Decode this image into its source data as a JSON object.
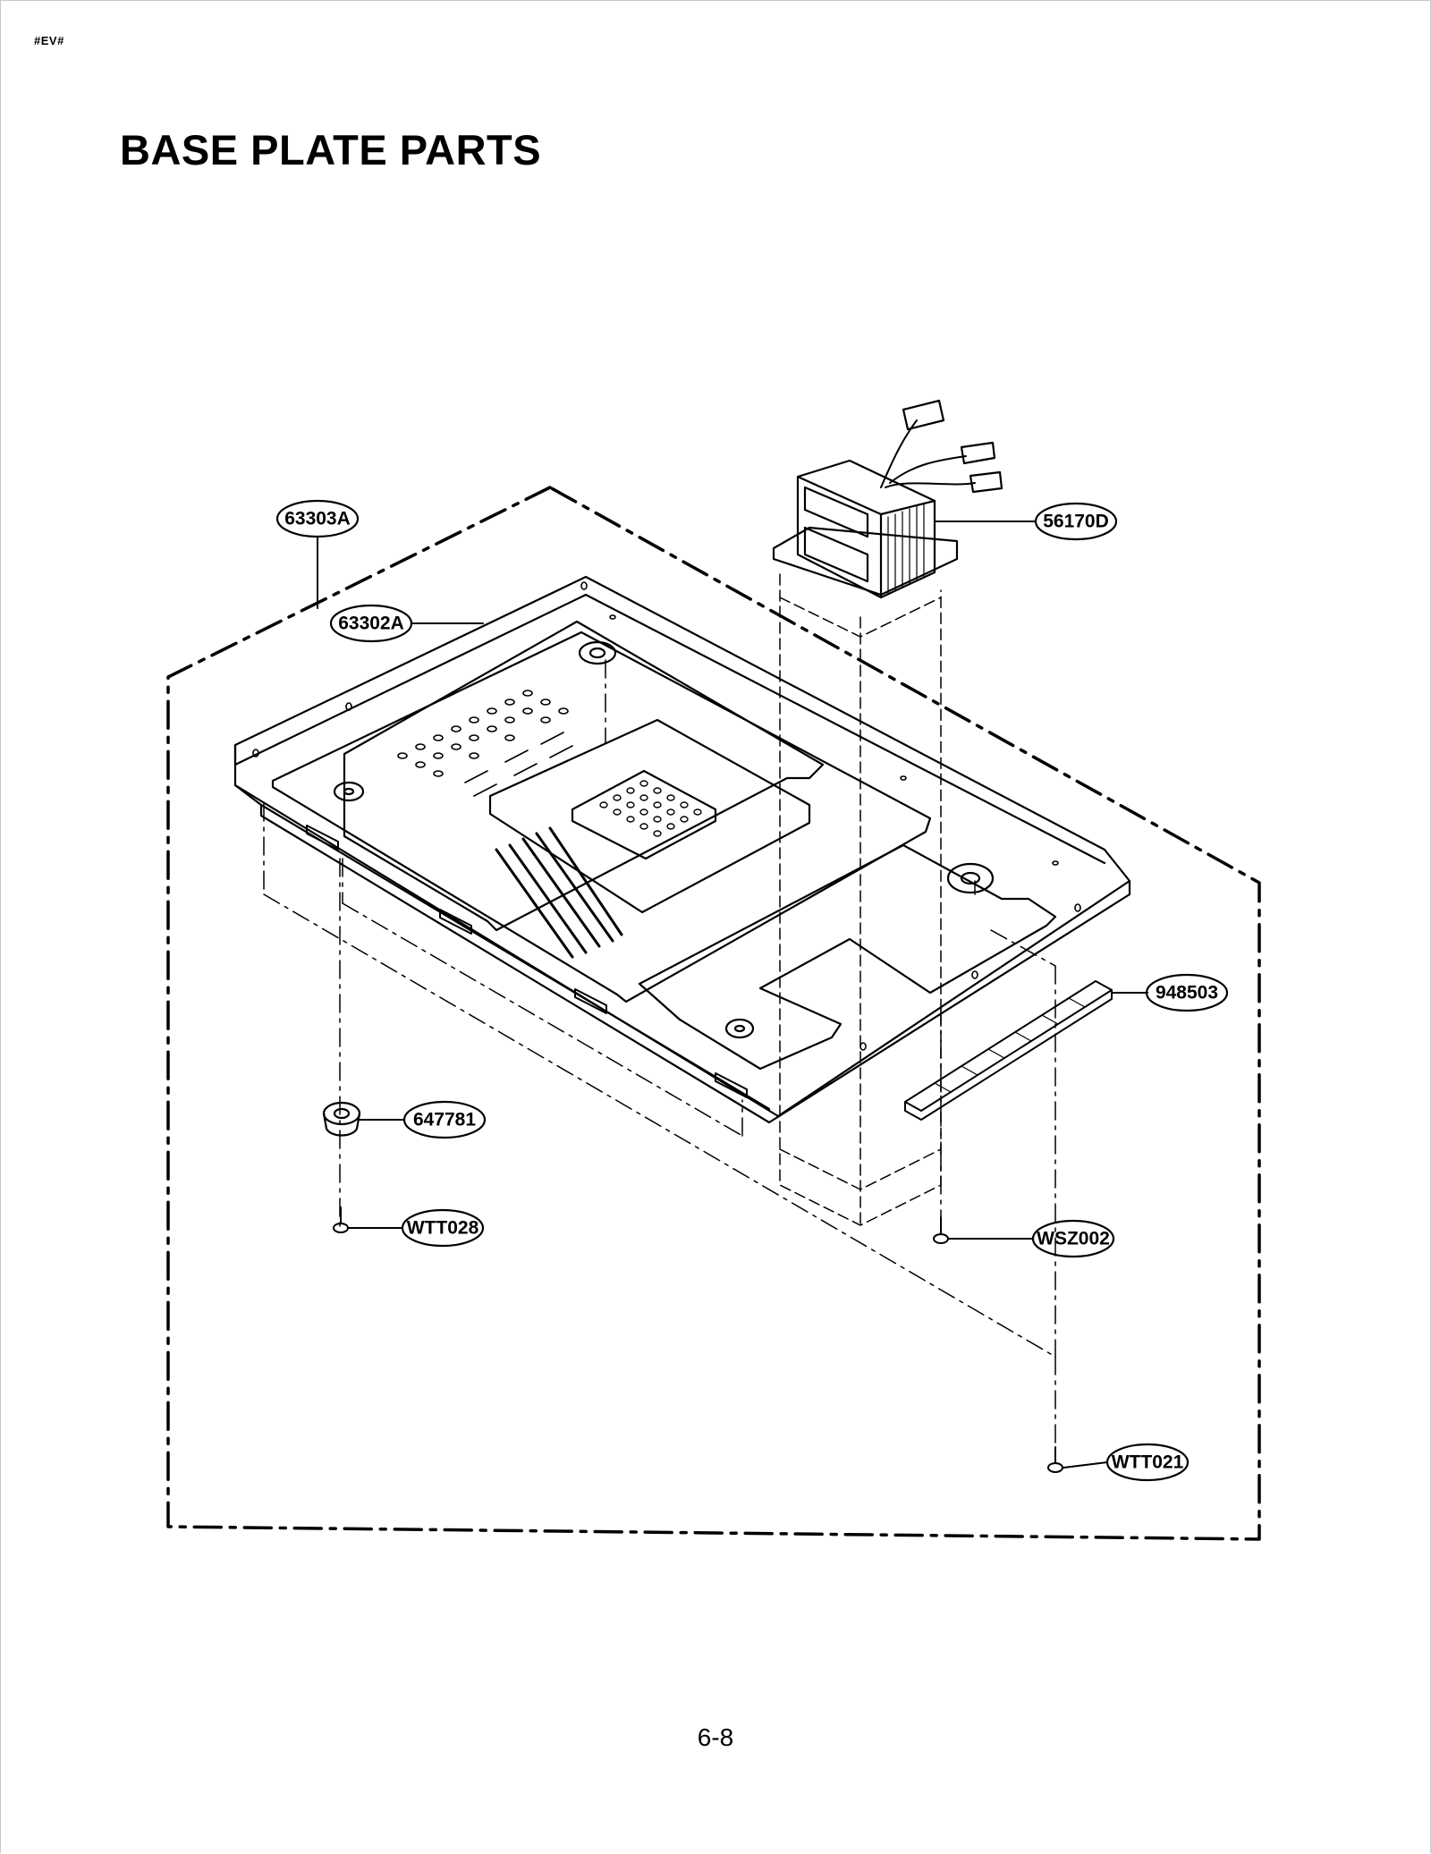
{
  "header": {
    "code": "#EV#"
  },
  "title": "BASE PLATE PARTS",
  "footer": {
    "page_number": "6-8"
  },
  "callouts": {
    "c63303A": "63303A",
    "c63302A": "63302A",
    "c56170D": "56170D",
    "c948503": "948503",
    "c647781": "647781",
    "cWTT028": "WTT028",
    "cWSZ002": "WSZ002",
    "cWTT021": "WTT021"
  },
  "icons": [
    "transformer-icon",
    "base-plate-icon",
    "foot-icon",
    "screw-icon",
    "rubber-strip-icon"
  ]
}
